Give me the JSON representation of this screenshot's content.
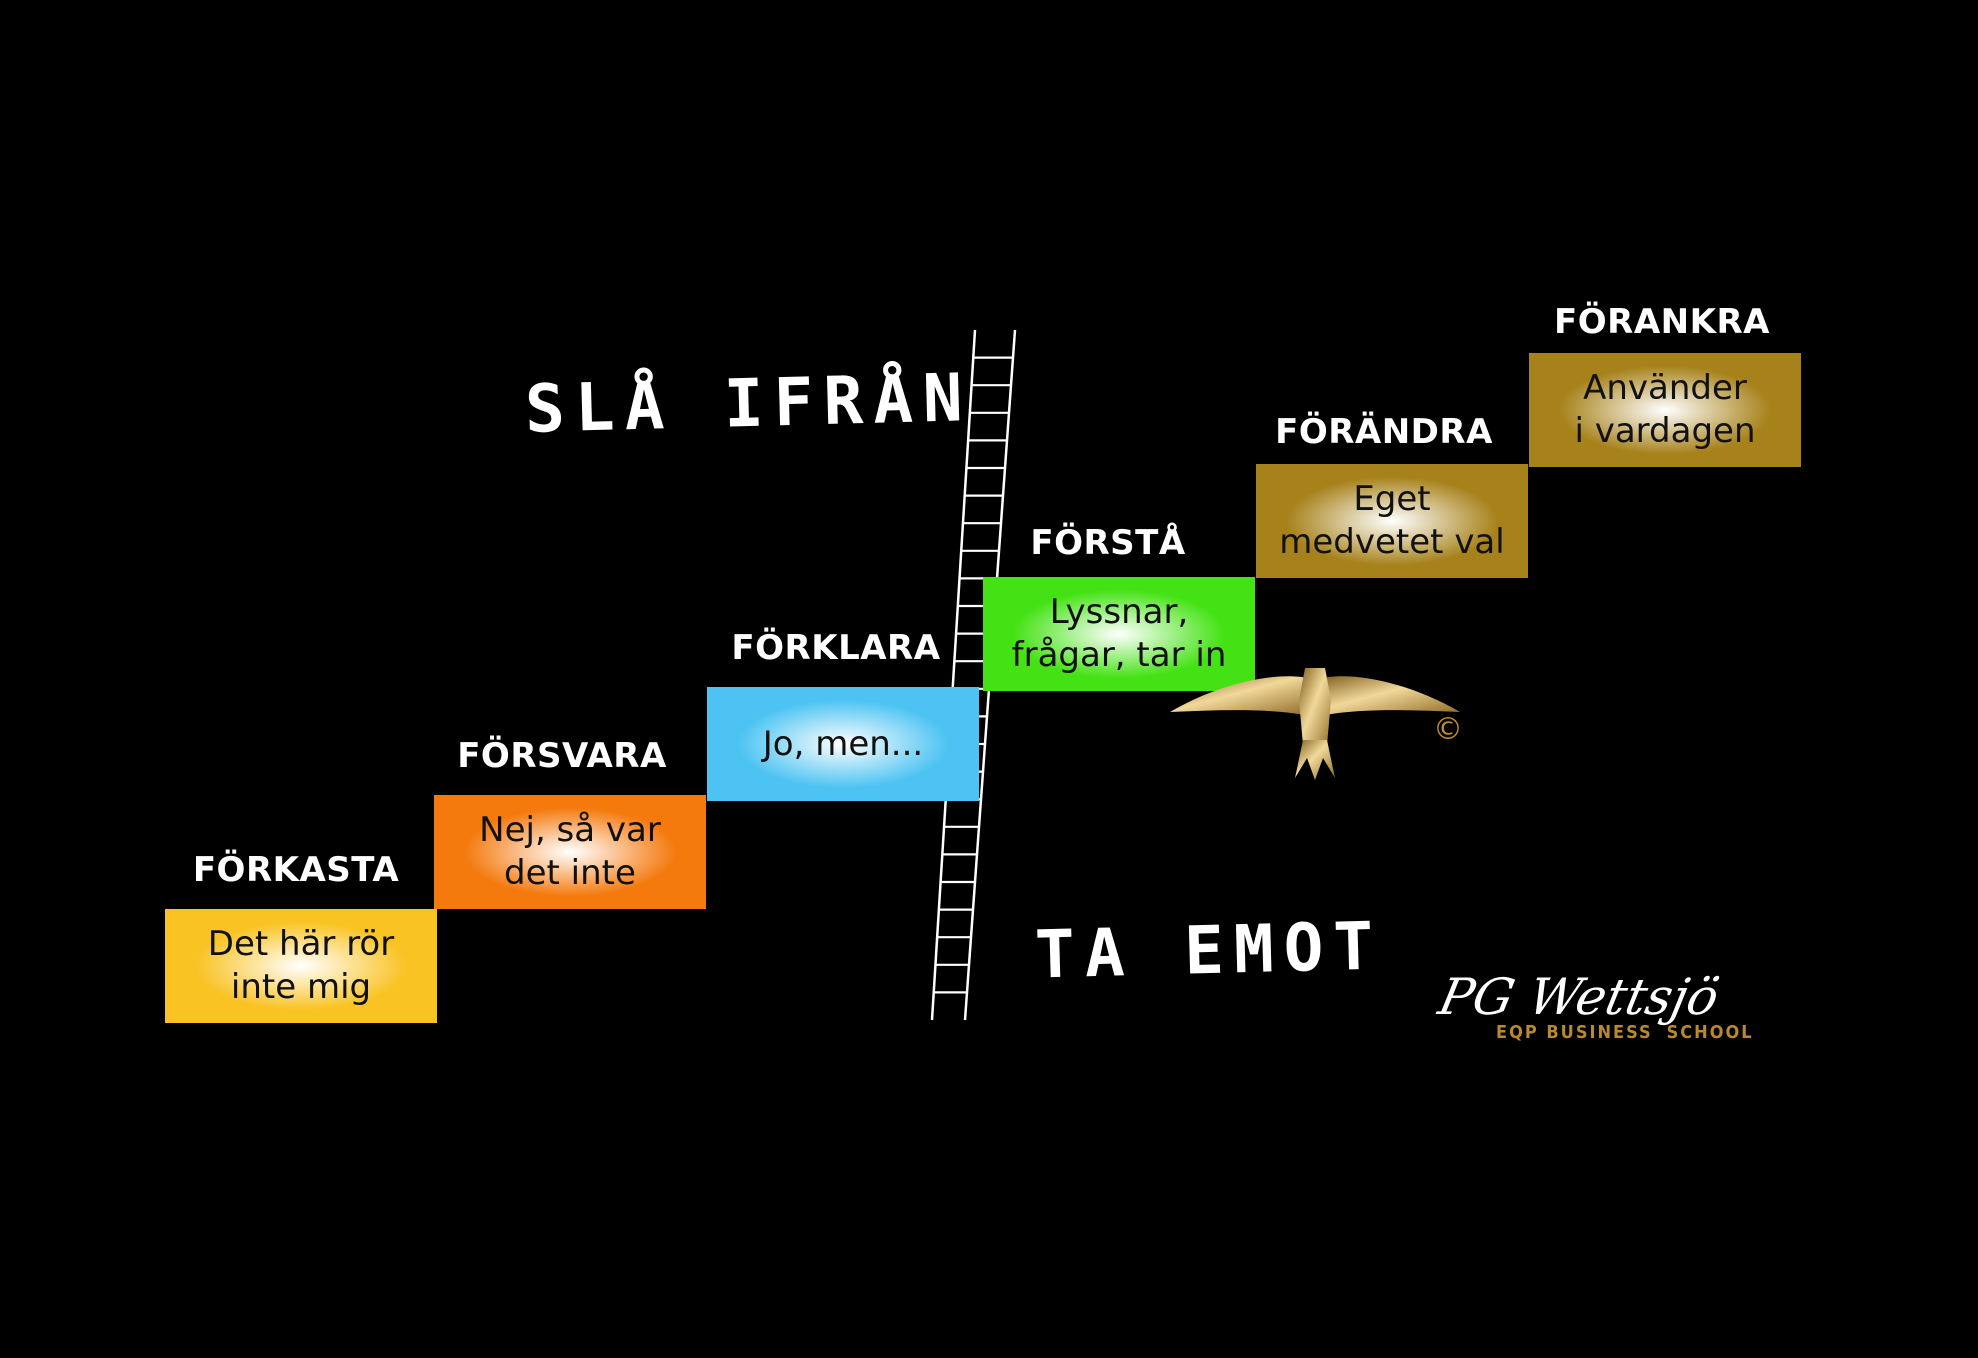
{
  "zones": {
    "left": "SLÅ IFRÅN",
    "right": "TA EMOT"
  },
  "steps": [
    {
      "title": "FÖRKASTA",
      "lines": [
        "Det här rör",
        "inte mig"
      ],
      "color": "#f9c323"
    },
    {
      "title": "FÖRSVARA",
      "lines": [
        "Nej, så var",
        "det inte"
      ],
      "color": "#f47a0e"
    },
    {
      "title": "FÖRKLARA",
      "lines": [
        "Jo, men..."
      ],
      "color": "#4cc3f2"
    },
    {
      "title": "FÖRSTÅ",
      "lines": [
        "Lyssnar,",
        "frågar, tar in"
      ],
      "color": "#44e214"
    },
    {
      "title": "FÖRÄNDRA",
      "lines": [
        "Eget",
        "medvetet val"
      ],
      "color": "#a7821b"
    },
    {
      "title": "FÖRANKRA",
      "lines": [
        "Använder",
        "i vardagen"
      ],
      "color": "#a7821b"
    }
  ],
  "logo": {
    "signature": "PG Wettsjö",
    "subtitle_left": "EQP BUSINESS",
    "subtitle_right": "SCHOOL",
    "copyright": "©"
  },
  "colors": {
    "background": "#000000",
    "gold": "#b8892f"
  }
}
